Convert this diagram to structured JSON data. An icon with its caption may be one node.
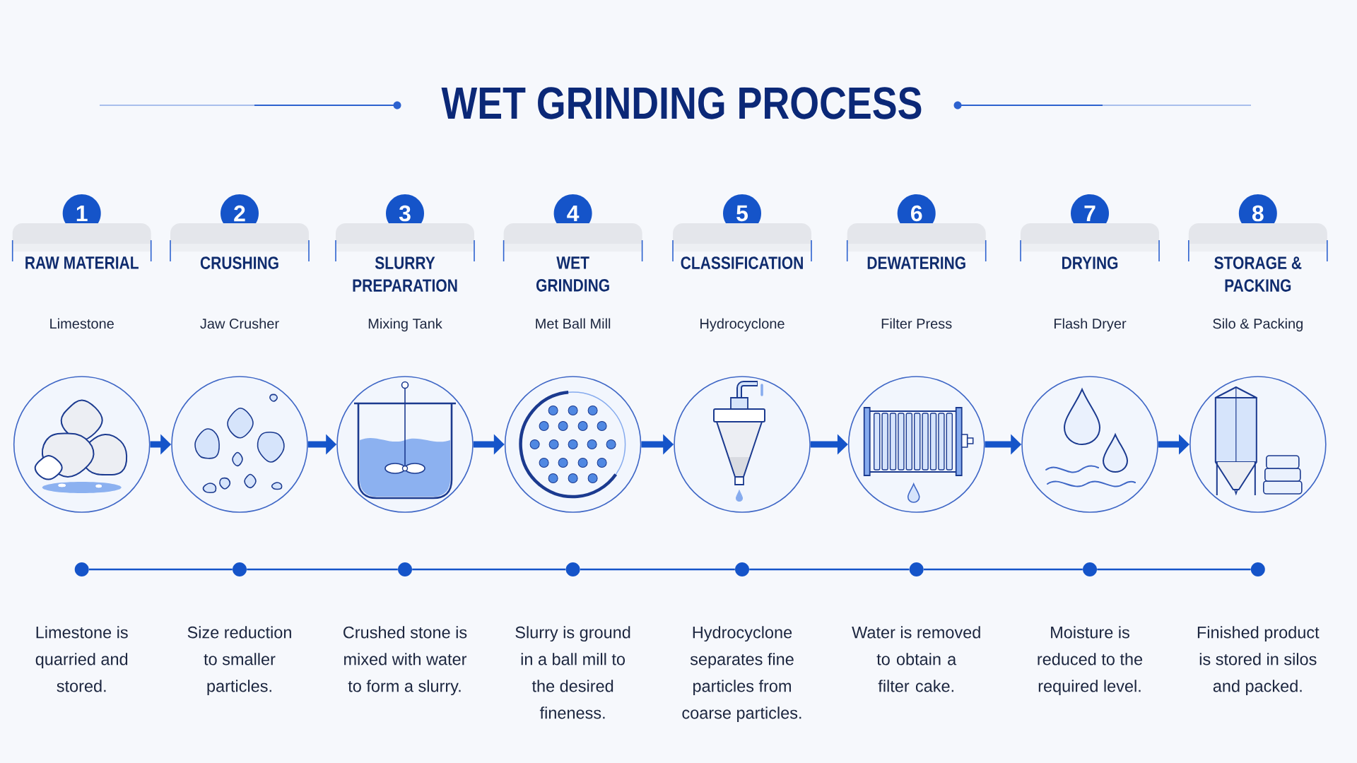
{
  "diagram": {
    "title": "WET GRINDING PROCESS",
    "nodes": [
      {
        "text": [
          "1"
        ]
      },
      {
        "text": [
          "RAW MATERIAL"
        ]
      },
      {
        "text": [],
        "shape": "picture",
        "beside": [
          "Limestone"
        ]
      },
      {
        "text": [],
        "shape": "circle",
        "beside": [
          "Limestone is quarried and stored."
        ]
      },
      {
        "text": [
          "2"
        ]
      },
      {
        "text": [
          "CRUSHING"
        ]
      },
      {
        "text": [],
        "shape": "picture",
        "beside": [
          "Jaw Crusher"
        ]
      },
      {
        "text": [],
        "shape": "circle",
        "beside": [
          "Size reduction to smaller particles."
        ]
      },
      {
        "text": [
          "3"
        ]
      },
      {
        "text": [
          "SLURRY PREPARATION"
        ]
      },
      {
        "text": [],
        "shape": "picture",
        "beside": [
          "Mixing Tank"
        ]
      },
      {
        "text": [],
        "shape": "circle",
        "beside": [
          "Crushed stone is mixed with water to form a slurry."
        ]
      },
      {
        "text": [
          "4"
        ]
      },
      {
        "text": [
          "WET GRINDING"
        ]
      },
      {
        "text": [],
        "shape": "picture",
        "beside": [
          "Met Ball Mill"
        ]
      },
      {
        "text": [],
        "shape": "circle",
        "beside": [
          "Slurry is ground in a ball mill to the desired fineness."
        ]
      },
      {
        "text": [
          "5"
        ]
      },
      {
        "text": [
          "CLASSIFICATION"
        ]
      },
      {
        "text": [],
        "shape": "picture",
        "beside": [
          "Hydrocyclone"
        ]
      },
      {
        "text": [],
        "shape": "circle",
        "beside": [
          "Hydrocyclone separates fine particles from coarse particles."
        ]
      },
      {
        "text": [
          "6"
        ]
      },
      {
        "text": [
          "DEWATERING"
        ]
      },
      {
        "text": [],
        "shape": "picture",
        "beside": [
          "Filter Press"
        ]
      },
      {
        "text": [],
        "shape": "circle",
        "beside": [
          "Water is removed to obtain a filter cake."
        ]
      },
      {
        "text": [
          "7"
        ]
      },
      {
        "text": [
          "DRYING"
        ]
      },
      {
        "text": [],
        "shape": "picture",
        "beside": [
          "Flash Dryer"
        ]
      },
      {
        "text": [],
        "shape": "circle",
        "beside": [
          "Moisture is reduced to the required level."
        ]
      },
      {
        "text": [
          "8"
        ]
      },
      {
        "text": [
          "STORAGE & PACKING"
        ]
      },
      {
        "text": [],
        "shape": "picture",
        "beside": [
          "Silo & Packing"
        ]
      },
      {
        "text": [],
        "shape": "circle",
        "beside": [
          "Finished product is stored in silos and packed."
        ]
      }
    ],
    "edges": [
      {
        "from": 2,
        "to": 6,
        "arrow": "to",
        "style": "thick"
      },
      {
        "from": 6,
        "to": 10,
        "arrow": "to",
        "style": "thick"
      },
      {
        "from": 10,
        "to": 14,
        "arrow": "to",
        "style": "thick"
      },
      {
        "from": 14,
        "to": 18,
        "arrow": "to",
        "style": "thick"
      },
      {
        "from": 18,
        "to": 22,
        "arrow": "to",
        "style": "thick"
      },
      {
        "from": 22,
        "to": 26,
        "arrow": "to",
        "style": "thick"
      },
      {
        "from": 26,
        "to": 30,
        "arrow": "to",
        "style": "thick"
      },
      {
        "from": 3,
        "to": 7,
        "arrow": "none"
      },
      {
        "from": 7,
        "to": 11,
        "arrow": "none"
      },
      {
        "from": 11,
        "to": 15,
        "arrow": "none"
      },
      {
        "from": 15,
        "to": 19,
        "arrow": "none"
      },
      {
        "from": 19,
        "to": 23,
        "arrow": "none"
      },
      {
        "from": 23,
        "to": 27,
        "arrow": "none"
      },
      {
        "from": 27,
        "to": 31,
        "arrow": "none"
      }
    ]
  }
}
